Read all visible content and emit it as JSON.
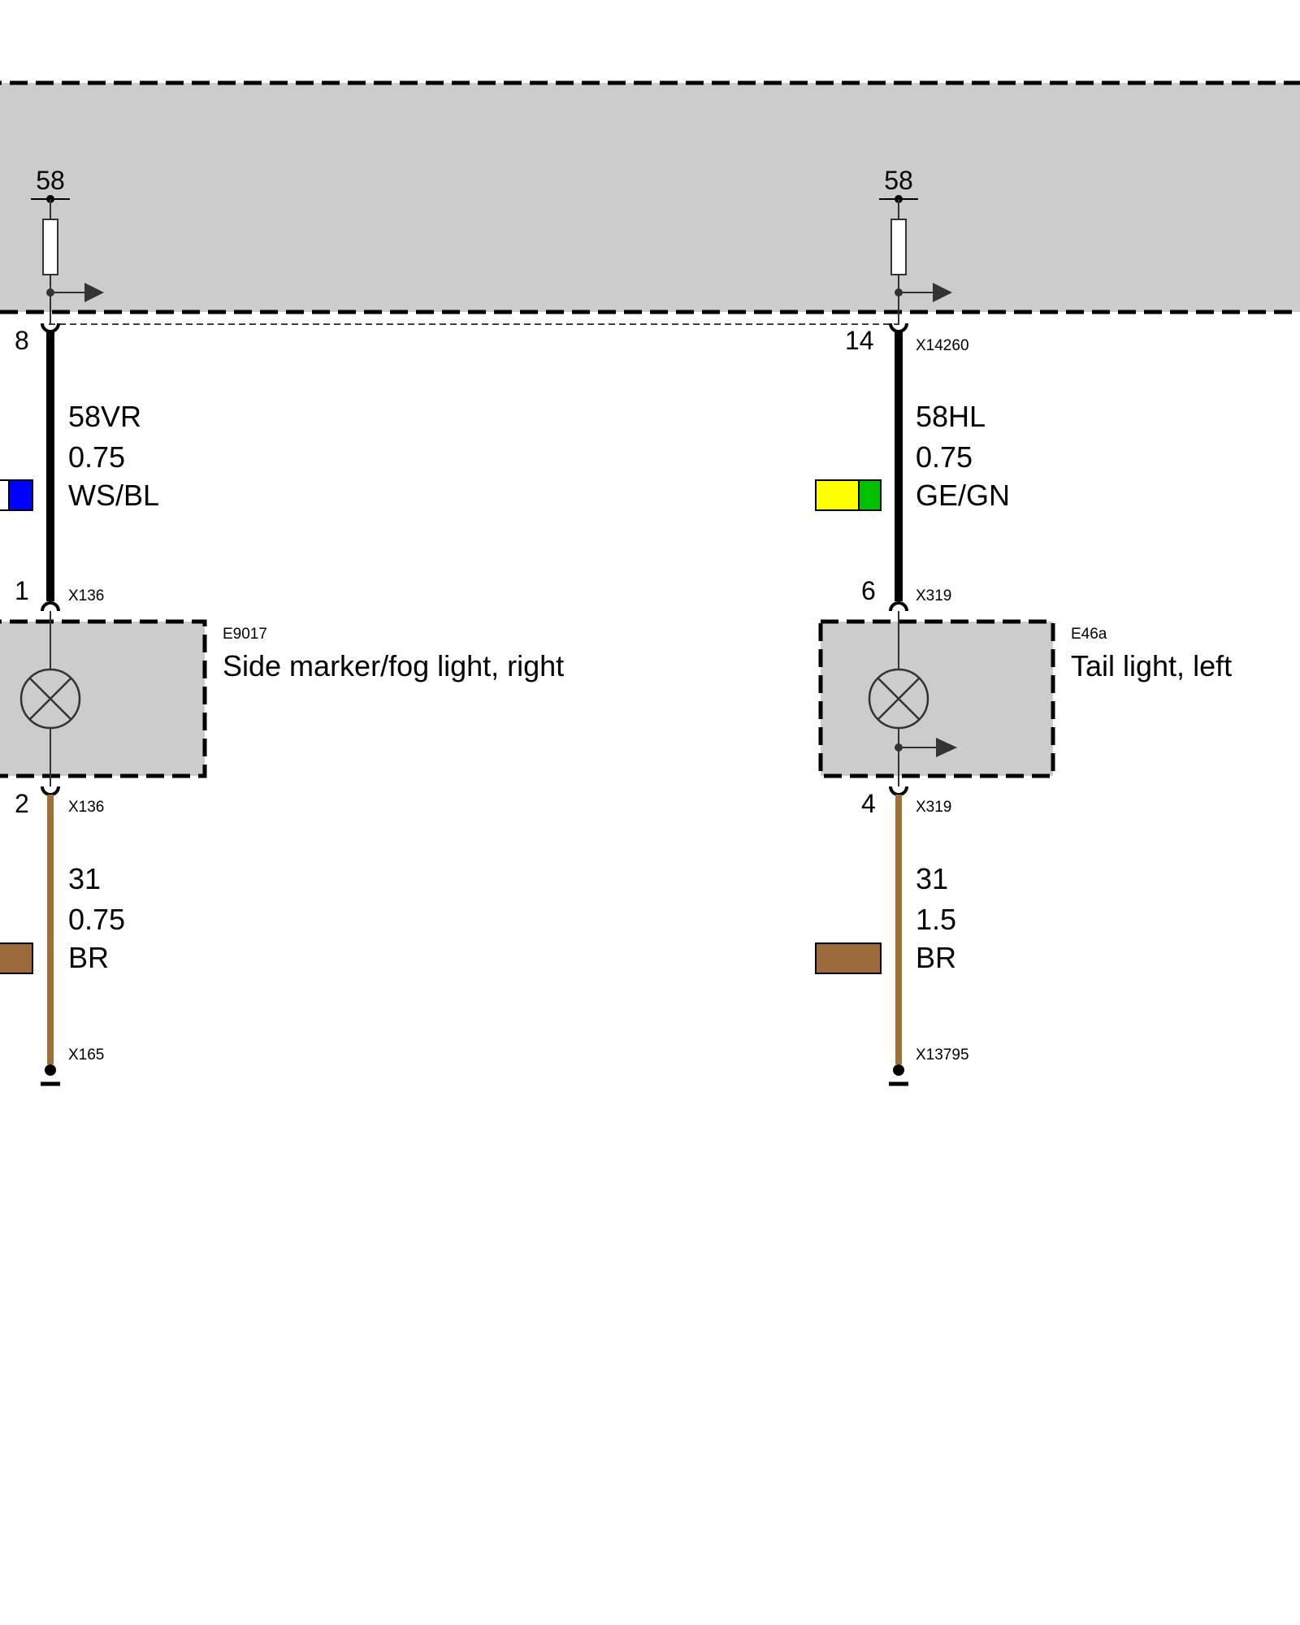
{
  "colors": {
    "module_fill": "#cccccc",
    "wire_black": "#000000",
    "wire_brown": "#a0703c",
    "blue": "#0000ff",
    "white": "#ffffff",
    "yellow": "#ffff00",
    "green": "#00c000",
    "brown_swatch": "#9c6a3a"
  },
  "control_unit": {
    "left_terminal": "58",
    "right_terminal": "58"
  },
  "left_circuit": {
    "top_pin": "8",
    "wire_upper": {
      "name": "58VR",
      "size": "0.75",
      "color": "WS/BL"
    },
    "upper_pin": "1",
    "upper_connector": "X136",
    "component_id": "E9017",
    "component_name": "Side marker/fog light, right",
    "lower_pin": "2",
    "lower_connector": "X136",
    "wire_lower": {
      "name": "31",
      "size": "0.75",
      "color": "BR"
    },
    "ground_connector": "X165"
  },
  "right_circuit": {
    "top_pin": "14",
    "top_connector": "X14260",
    "wire_upper": {
      "name": "58HL",
      "size": "0.75",
      "color": "GE/GN"
    },
    "upper_pin": "6",
    "upper_connector": "X319",
    "component_id": "E46a",
    "component_name": "Tail light, left",
    "lower_pin": "4",
    "lower_connector": "X319",
    "wire_lower": {
      "name": "31",
      "size": "1.5",
      "color": "BR"
    },
    "ground_connector": "X13795"
  }
}
